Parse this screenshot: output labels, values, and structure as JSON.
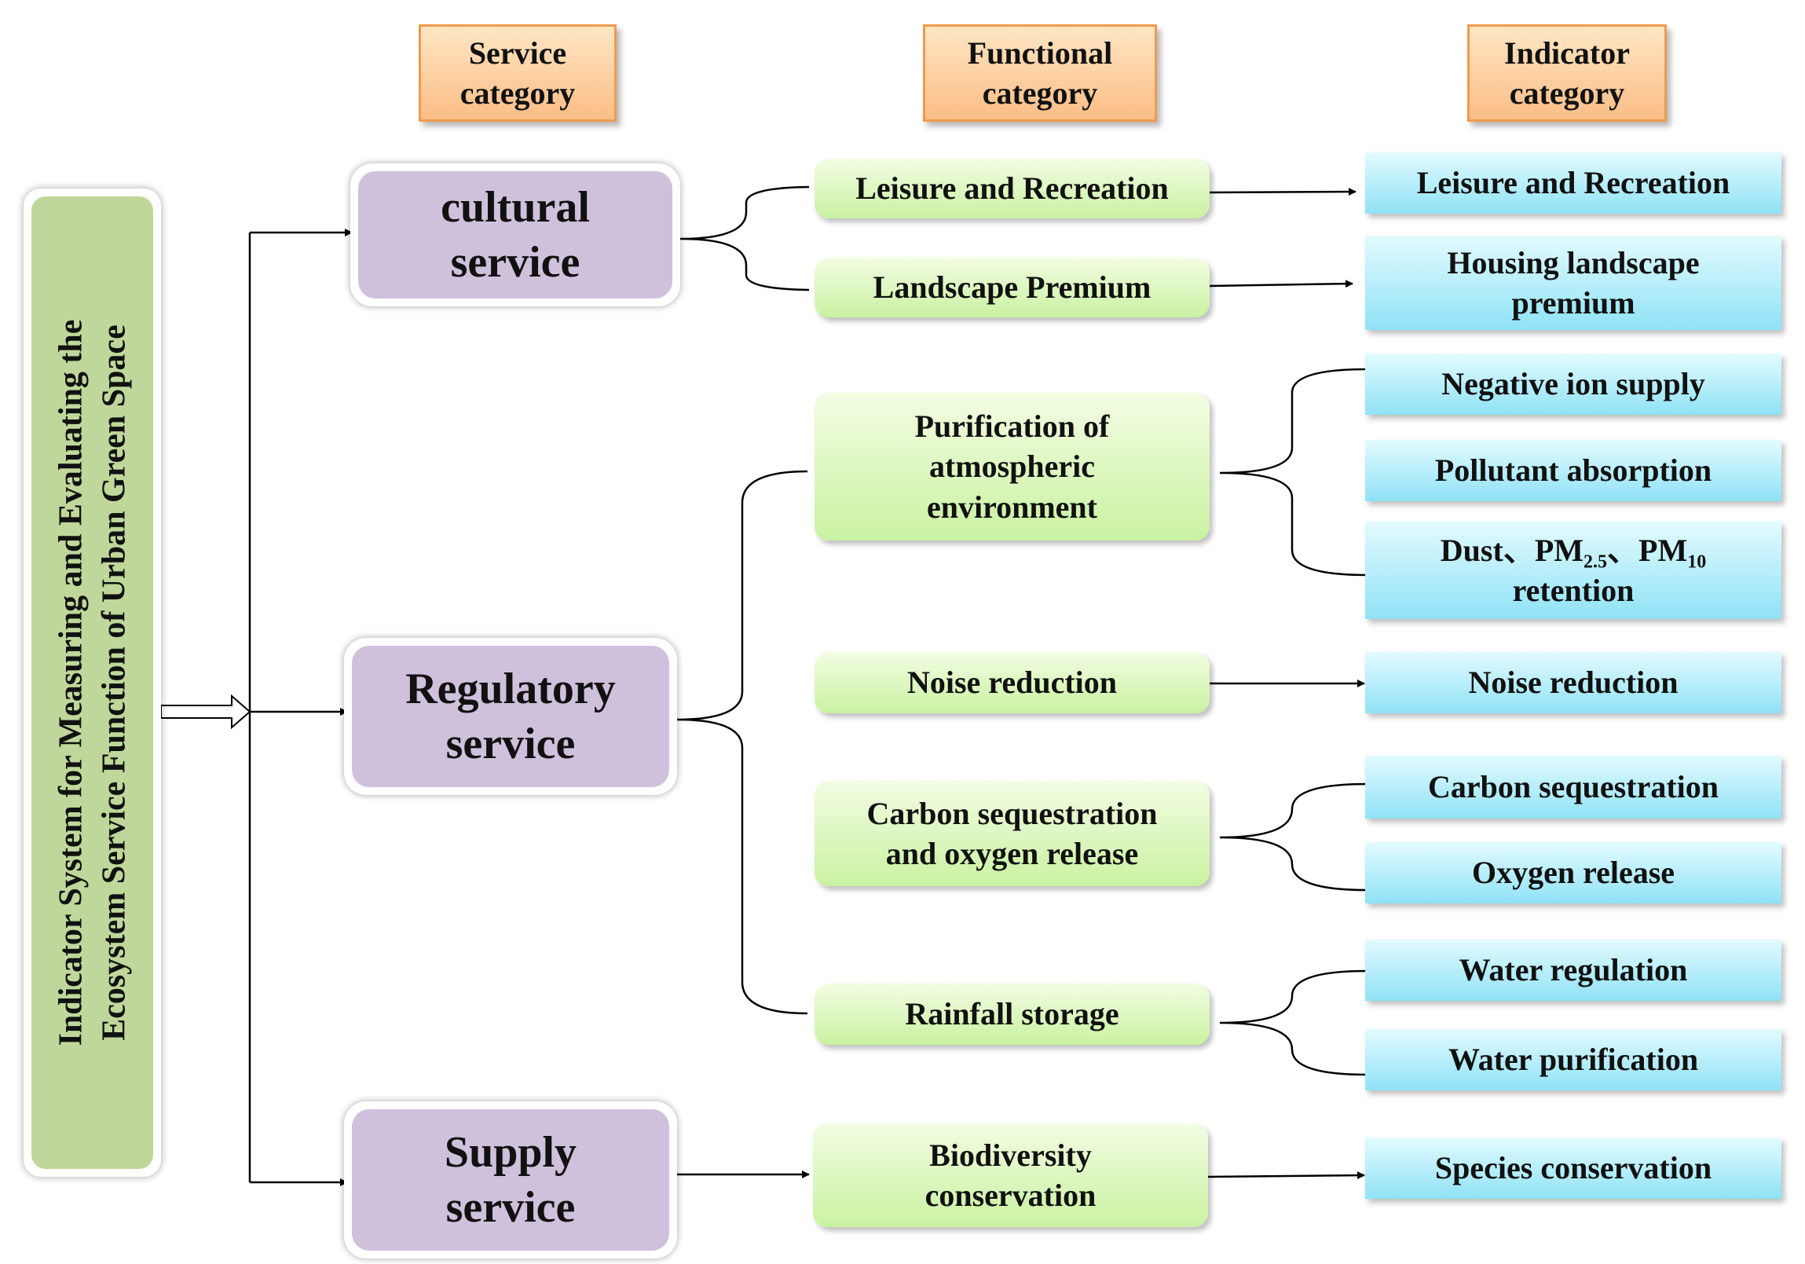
{
  "headers": {
    "service": "Service\ncategory",
    "functional": "Functional\ncategory",
    "indicator": "Indicator\ncategory"
  },
  "title": "Indicator System for Measuring and Evaluating the\nEcosystem Service Function of Urban Green Space",
  "services": {
    "cultural": "cultural\nservice",
    "regulatory": "Regulatory\nservice",
    "supply": "Supply\nservice"
  },
  "functions": {
    "leisure": "Leisure and Recreation",
    "landscape": "Landscape Premium",
    "purification": "Purification of\natmospheric\nenvironment",
    "noise": "Noise reduction",
    "carbon": "Carbon sequestration\nand oxygen release",
    "rainfall": "Rainfall storage",
    "biodiversity": "Biodiversity\nconservation"
  },
  "indicators": {
    "leisure": "Leisure and Recreation",
    "housing": "Housing landscape\npremium",
    "negative_ion": "Negative ion supply",
    "pollutant": "Pollutant absorption",
    "dust": {
      "prefix": "Dust、PM",
      "pm25_sub": "2.5",
      "sep": "、PM",
      "pm10_sub": "10",
      "suffix": "retention"
    },
    "noise": "Noise reduction",
    "carbon": "Carbon sequestration",
    "oxygen": "Oxygen release",
    "water_reg": "Water regulation",
    "water_pur": "Water purification",
    "species": "Species conservation"
  },
  "colors": {
    "header_fill": "#fbbd86",
    "header_border": "#f09a4e",
    "title_fill": "#bfd79a",
    "service_fill": "#cfc1dc",
    "function_fill": "#c9f2a1",
    "indicator_fill": "#8fe2f6",
    "line": "#000000"
  }
}
